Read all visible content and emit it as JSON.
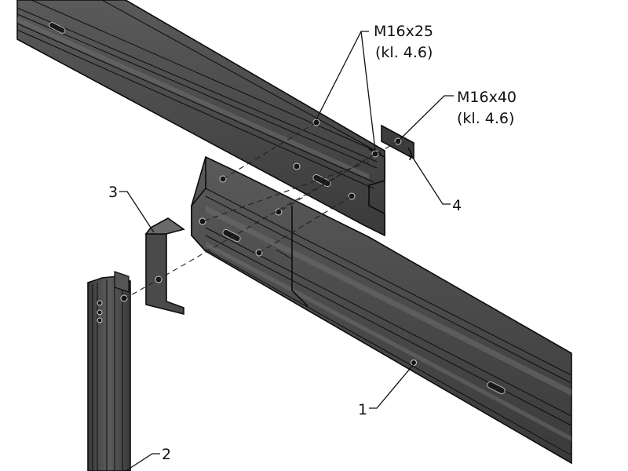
{
  "callouts": {
    "bolt_short": {
      "size": "M16x25",
      "grade": "(kl. 4.6)"
    },
    "bolt_long": {
      "size": "M16x40",
      "grade": "(kl. 4.6)"
    },
    "part_1": "1",
    "part_2": "2",
    "part_3": "3",
    "part_4": "4"
  },
  "colors": {
    "metal_face": "#4a4a4a",
    "metal_light": "#6c6c6c",
    "metal_dark": "#2c2c2c",
    "edge": "#0d0d0d",
    "background": "#ffffff"
  }
}
